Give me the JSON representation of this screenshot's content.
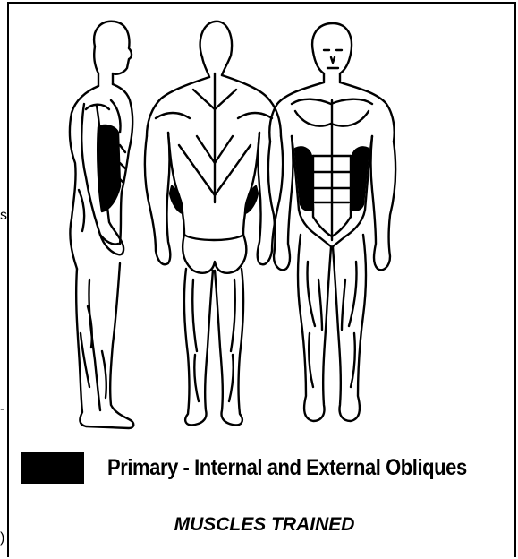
{
  "legend": {
    "primary_label": "Primary - Internal and External Obliques",
    "primary_color": "#000000"
  },
  "caption": "MUSCLES TRAINED",
  "edge_glyphs": {
    "g1": "s",
    "g2": "-",
    "g3": ")"
  },
  "figures": [
    "side-view-figure",
    "back-view-figure",
    "front-view-figure"
  ]
}
